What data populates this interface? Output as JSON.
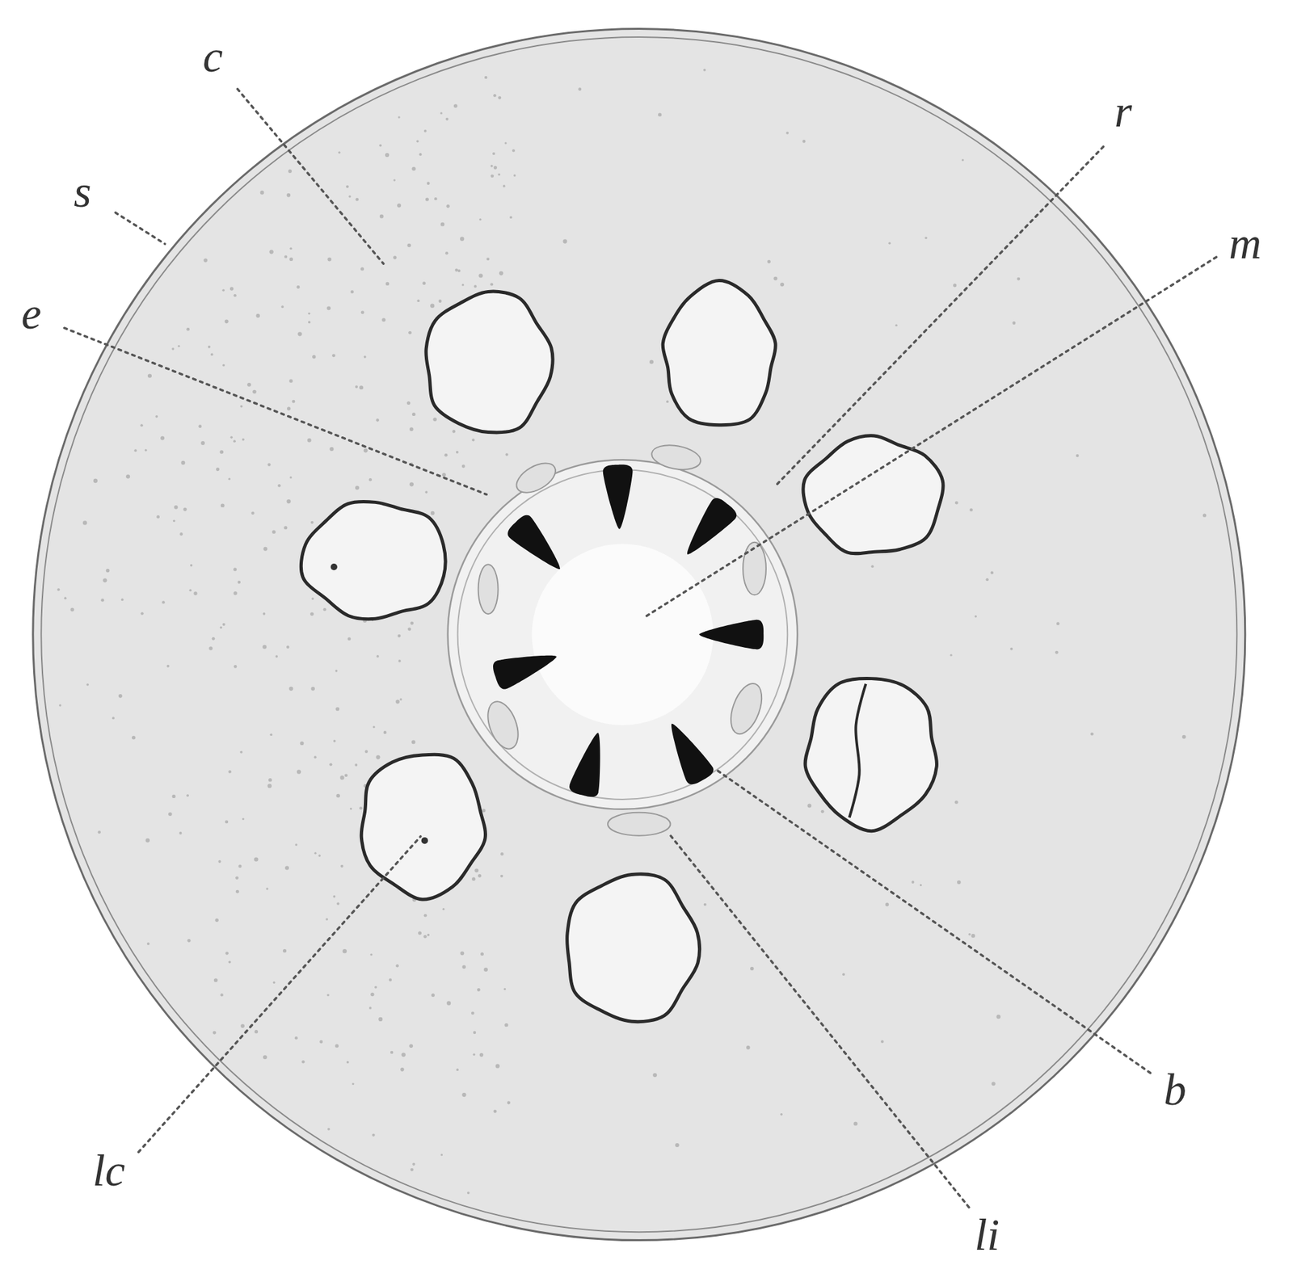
{
  "diagram": {
    "labels": [
      "c",
      "s",
      "e",
      "r",
      "m",
      "b",
      "li",
      "lc"
    ]
  }
}
